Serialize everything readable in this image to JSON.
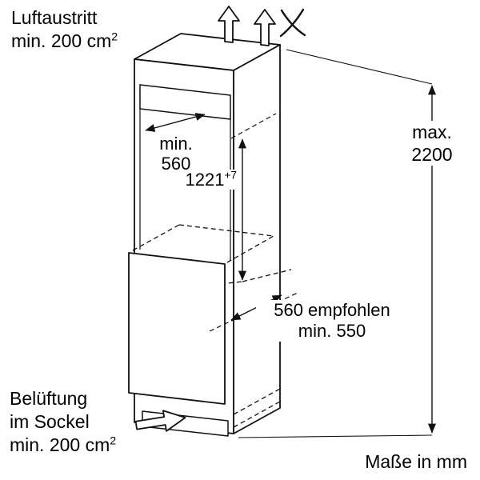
{
  "meta": {
    "units_note": "Maße in mm",
    "drawing_type": "appliance installation niche diagram"
  },
  "colors": {
    "line": "#111111",
    "background": "#ffffff",
    "text": "#000000"
  },
  "icons": {
    "top": [
      "air-outlet-arrow-up",
      "air-outlet-arrow-up",
      "crossed-lines"
    ],
    "bottom": [
      "air-inlet-arrow"
    ]
  },
  "labels": {
    "air_outlet": {
      "line1": "Luftaustritt",
      "line2_text": "min. 200 cm",
      "line2_sup": "2"
    },
    "niche_depth_top": {
      "line1": "min.",
      "line2": "560"
    },
    "niche_height": {
      "value": "1221",
      "tolerance": "+7"
    },
    "max_height": {
      "line1": "max.",
      "line2": "2200"
    },
    "depth_recommended": {
      "line1": "560 empfohlen",
      "line2": "min. 550"
    },
    "plinth_vent": {
      "line1": "Belüftung",
      "line2": "im Sockel",
      "line3_text": "min. 200 cm",
      "line3_sup": "2"
    }
  }
}
